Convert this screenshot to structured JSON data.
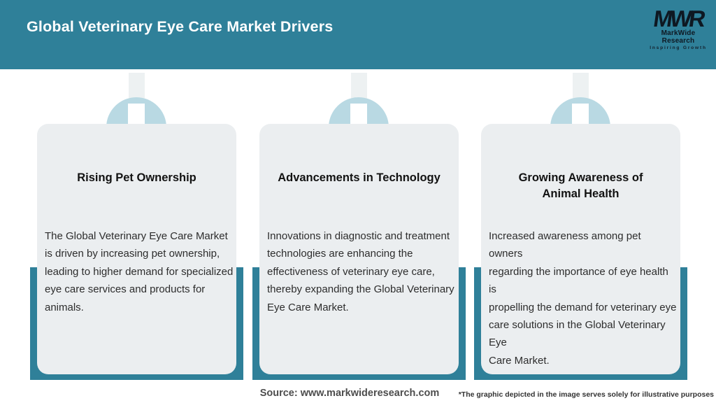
{
  "header": {
    "title": "Global Veterinary Eye Care Market Drivers",
    "logo": {
      "monogram": "MWR",
      "name": "MarkWide Research",
      "tagline": "Inspiring Growth"
    }
  },
  "cards": [
    {
      "icon": "arrow-down",
      "title_lines": [
        "Rising Pet Ownership"
      ],
      "body_lines": [
        "The Global Veterinary Eye Care Market",
        "is driven by increasing pet ownership,",
        "leading to higher demand for specialized",
        "eye care services and products for",
        "animals."
      ]
    },
    {
      "icon": "arrow-down",
      "title_lines": [
        "Advancements in Technology"
      ],
      "body_lines": [
        "Innovations in diagnostic and treatment",
        "technologies are enhancing the",
        "effectiveness of veterinary eye care,",
        "thereby expanding the Global Veterinary",
        "Eye Care Market."
      ]
    },
    {
      "icon": "arrow-down",
      "title_lines": [
        "Growing Awareness of",
        "Animal Health"
      ],
      "body_lines": [
        "Increased awareness among pet owners",
        "regarding the importance of eye health is",
        "propelling the demand for veterinary eye",
        "care solutions in the Global Veterinary Eye",
        "Care Market."
      ]
    }
  ],
  "footer": {
    "source": "Source: www.markwideresearch.com",
    "disclaimer": "*The graphic depicted in the image serves solely for illustrative purposes"
  },
  "colors": {
    "header_teal": "#2F8099",
    "panel_teal": "#2F8099",
    "circle_blue": "#B9D9E3",
    "card_bg": "#EBEEF0",
    "title_text": "#FFFFFF",
    "body_text": "#2D2D2D"
  }
}
